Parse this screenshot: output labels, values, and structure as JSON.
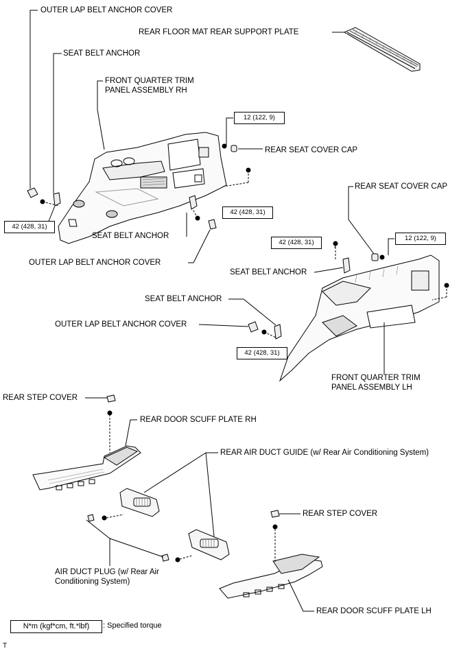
{
  "labels": {
    "outer_lap_belt_anchor_cover_rh": "OUTER LAP BELT ANCHOR COVER",
    "seat_belt_anchor_rh_top": "SEAT BELT ANCHOR",
    "front_quarter_trim_rh": "FRONT QUARTER TRIM\nPANEL ASSEMBLY RH",
    "rear_floor_mat_support_plate": "REAR FLOOR MAT REAR SUPPORT PLATE",
    "rear_seat_cover_cap_rh": "REAR SEAT COVER CAP",
    "seat_belt_anchor_rh_bottom": "SEAT BELT ANCHOR",
    "outer_lap_belt_anchor_cover_rh_bottom": "OUTER LAP BELT ANCHOR COVER",
    "rear_seat_cover_cap_lh": "REAR SEAT COVER CAP",
    "seat_belt_anchor_lh_1": "SEAT BELT ANCHOR",
    "seat_belt_anchor_lh_2": "SEAT BELT ANCHOR",
    "outer_lap_belt_anchor_cover_lh": "OUTER LAP BELT ANCHOR COVER",
    "front_quarter_trim_lh": "FRONT QUARTER TRIM\nPANEL ASSEMBLY LH",
    "rear_step_cover_rh": "REAR STEP COVER",
    "rear_door_scuff_plate_rh": "REAR DOOR SCUFF PLATE RH",
    "rear_air_duct_guide": "REAR AIR DUCT GUIDE (w/ Rear Air Conditioning System)",
    "rear_step_cover_lh": "REAR STEP COVER",
    "air_duct_plug": "AIR DUCT PLUG (w/ Rear Air\nConditioning System)",
    "rear_door_scuff_plate_lh": "REAR DOOR SCUFF PLATE LH"
  },
  "torques": {
    "rh_seat_cover": "12 (122, 9)",
    "rh_left_anchor": "42 (428, 31)",
    "rh_right_anchor": "42 (428, 31)",
    "lh_seat_cover": "12 (122, 9)",
    "lh_upper_anchor": "42 (428, 31)",
    "lh_lower_anchor": "42 (428, 31)"
  },
  "legend": {
    "box": "N*m (kgf*cm, ft.*lbf)",
    "text": ": Specified torque"
  },
  "code": "T"
}
